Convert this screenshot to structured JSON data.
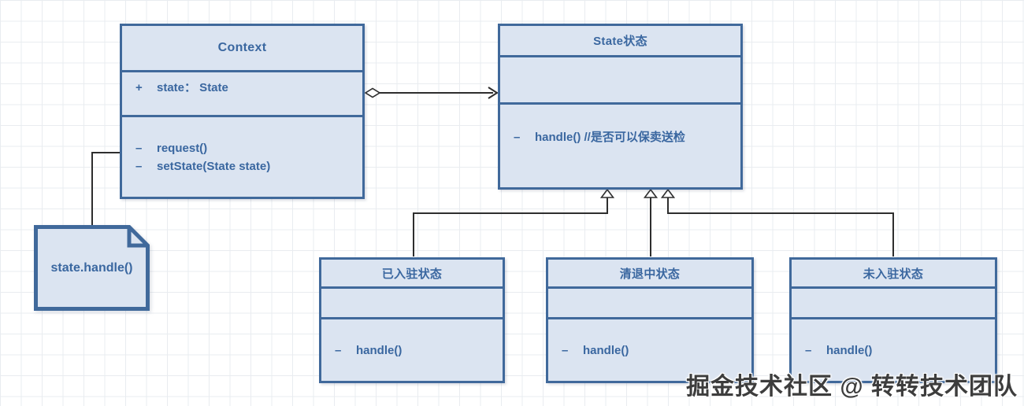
{
  "diagram": {
    "classes": [
      {
        "title": "Context",
        "attributes": [
          {
            "vis": "+",
            "text": "state： State"
          }
        ],
        "methods": [
          {
            "vis": "–",
            "text": "request()"
          },
          {
            "vis": "–",
            "text": "setState(State state)"
          }
        ]
      },
      {
        "title": "State状态",
        "attributes": [],
        "methods": [
          {
            "vis": "–",
            "text": "handle() //是否可以保卖送检"
          }
        ]
      },
      {
        "title": "已入驻状态",
        "attributes": [],
        "methods": [
          {
            "vis": "–",
            "text": "handle()"
          }
        ]
      },
      {
        "title": "清退中状态",
        "attributes": [],
        "methods": [
          {
            "vis": "–",
            "text": "handle()"
          }
        ]
      },
      {
        "title": "未入驻状态",
        "attributes": [],
        "methods": [
          {
            "vis": "–",
            "text": "handle()"
          }
        ]
      }
    ],
    "note": {
      "text": "state.handle()"
    },
    "watermark": {
      "text": "掘金技术社区 @ 转转技术团队"
    },
    "colors": {
      "box_fill": "#dbe4f1",
      "box_border": "#40699b",
      "text": "#3a67a0",
      "connector": "#2e2e2e",
      "watermark": "#3d3d3d"
    },
    "relations": [
      {
        "type": "aggregation",
        "from": "Context",
        "to": "State状态"
      },
      {
        "type": "inheritance",
        "from": "已入驻状态",
        "to": "State状态"
      },
      {
        "type": "inheritance",
        "from": "清退中状态",
        "to": "State状态"
      },
      {
        "type": "inheritance",
        "from": "未入驻状态",
        "to": "State状态"
      },
      {
        "type": "note-anchor",
        "from": "state.handle() note",
        "to": "Context"
      }
    ]
  }
}
